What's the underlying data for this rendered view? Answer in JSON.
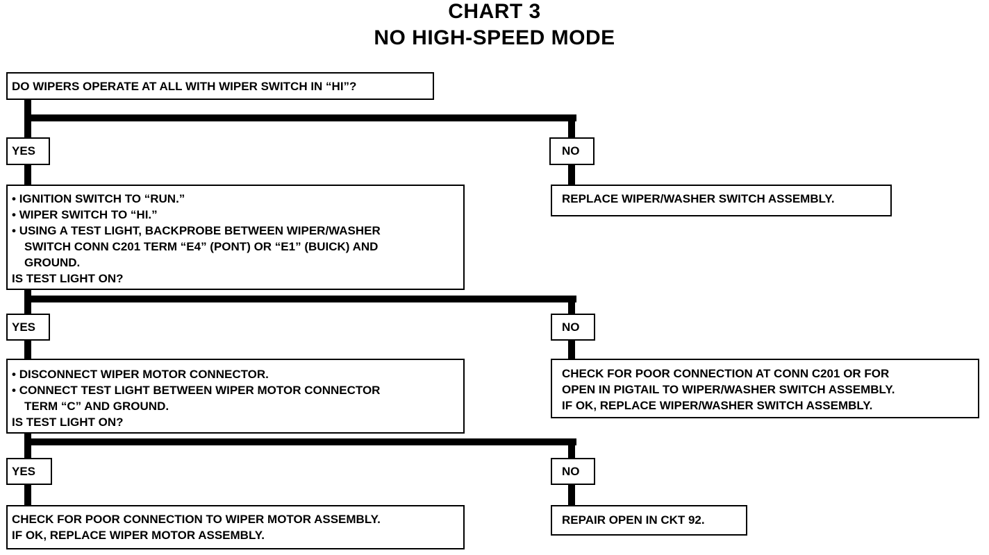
{
  "title": {
    "line1": "CHART 3",
    "line2": "NO HIGH-SPEED MODE"
  },
  "q1": {
    "text": "DO WIPERS OPERATE AT ALL WITH WIPER SWITCH IN “HI”?"
  },
  "branch1": {
    "yes": "YES",
    "no": "NO",
    "no_action": "REPLACE WIPER/WASHER SWITCH ASSEMBLY."
  },
  "step2": {
    "bullets": [
      "IGNITION SWITCH TO “RUN.”",
      "WIPER SWITCH TO “HI.”",
      "USING A TEST LIGHT, BACKPROBE BETWEEN WIPER/WASHER"
    ],
    "cont1": "SWITCH CONN C201 TERM “E4” (PONT) OR “E1” (BUICK) AND",
    "cont2": "GROUND.",
    "question": "IS TEST LIGHT ON?"
  },
  "branch2": {
    "yes": "YES",
    "no": "NO",
    "no_action": [
      "CHECK FOR POOR CONNECTION AT CONN C201 OR FOR",
      "OPEN IN PIGTAIL TO WIPER/WASHER SWITCH ASSEMBLY.",
      "IF OK, REPLACE WIPER/WASHER SWITCH ASSEMBLY."
    ]
  },
  "step3": {
    "bullets": [
      "DISCONNECT WIPER MOTOR CONNECTOR.",
      "CONNECT TEST LIGHT BETWEEN WIPER MOTOR CONNECTOR"
    ],
    "cont1": "TERM “C” AND GROUND.",
    "question": "IS TEST LIGHT ON?"
  },
  "branch3": {
    "yes": "YES",
    "no": "NO",
    "yes_action": [
      "CHECK FOR POOR CONNECTION TO WIPER MOTOR ASSEMBLY.",
      "IF OK, REPLACE WIPER MOTOR ASSEMBLY."
    ],
    "no_action": "REPAIR OPEN IN CKT 92."
  }
}
